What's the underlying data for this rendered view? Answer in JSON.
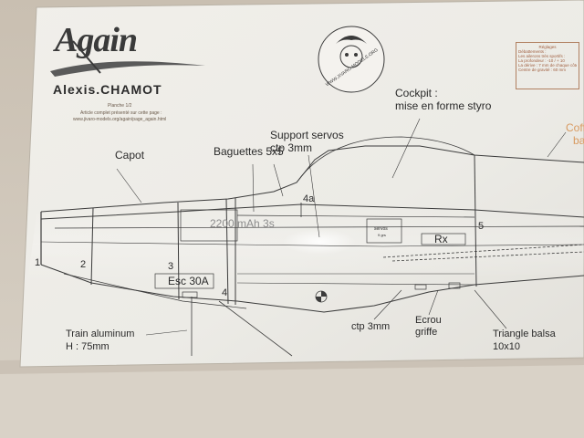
{
  "header": {
    "logo_text": "Again",
    "author": "Alexis.CHAMOT",
    "sheet": "Planche 1/2",
    "article_line": "Article complet présenté sur cette page :",
    "article_url": "www.jivaro-models.org/again/page_again.html"
  },
  "stamp": {
    "ring_text": "WWW.JIVARO-MODELS.ORG"
  },
  "settings": {
    "title": "Réglages",
    "lines": [
      "Débattements :",
      "Les ailerons très sportifs :",
      "La profondeur : -10 / + 10",
      "La dérive : 7 mm de chaque côté",
      "Centre de gravité : 60 mm"
    ]
  },
  "labels": {
    "cockpit_1": "Cockpit :",
    "cockpit_2": "mise en forme styro",
    "support_1": "Support servos",
    "support_2": "ctp 3mm",
    "coffre_1": "Coffre",
    "coffre_2": "ba",
    "capot": "Capot",
    "baguettes": "Baguettes 5x5",
    "battery": "2200 mAh 3s",
    "servos": "servos",
    "servos_sub": "9 grs",
    "rx": "Rx",
    "esc": "Esc 30A",
    "train_1": "Train aluminum",
    "train_2": "H : 75mm",
    "ctp": "ctp 3mm",
    "ecrou_1": "Ecrou",
    "ecrou_2": "griffe",
    "triangle_1": "Triangle balsa",
    "triangle_2": "10x10"
  },
  "stations": [
    "1",
    "2",
    "3",
    "4",
    "4a",
    "5"
  ]
}
